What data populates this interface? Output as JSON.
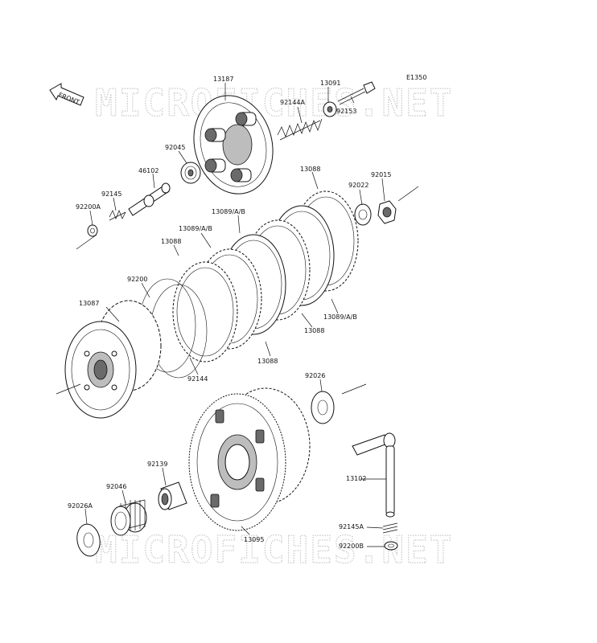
{
  "diagram_code": "E1350",
  "front_label": "FRONT",
  "watermark": "MICROFICHES.NET",
  "labels": {
    "p13187": "13187",
    "p13091": "13091",
    "p92144A": "92144A",
    "p92153": "92153",
    "p92045": "92045",
    "p46102": "46102",
    "p92145": "92145",
    "p92200A": "92200A",
    "p13088_top": "13088",
    "p92022": "92022",
    "p92015": "92015",
    "p13089_1": "13089/A/B",
    "p13089_2": "13089/A/B",
    "p13088_left": "13088",
    "p92200": "92200",
    "p13087": "13087",
    "p13089_3": "13089/A/B",
    "p13088_right": "13088",
    "p13088_bottom": "13088",
    "p92144": "92144",
    "p92026": "92026",
    "p92139": "92139",
    "p92046": "92046",
    "p13102": "13102",
    "p92026A": "92026A",
    "p13095": "13095",
    "p92145A": "92145A",
    "p92200B": "92200B"
  }
}
